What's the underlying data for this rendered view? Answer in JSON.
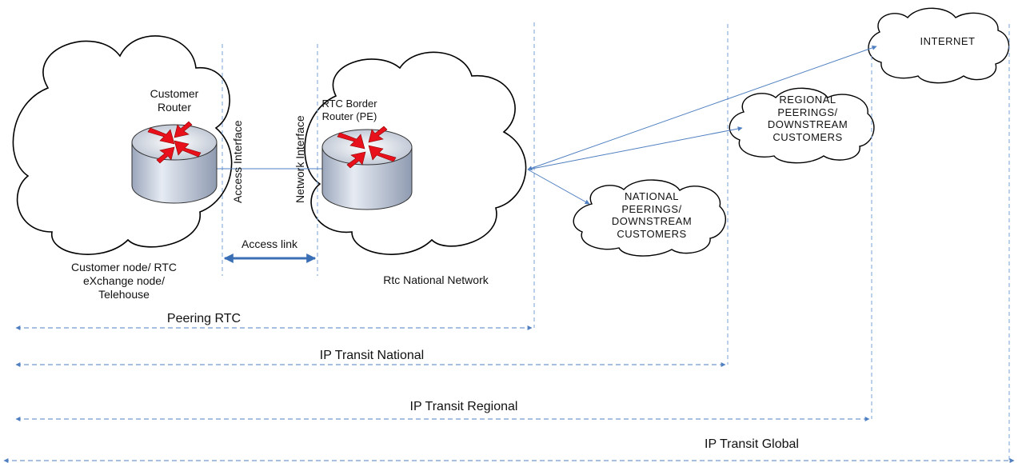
{
  "nodes": {
    "customer_router": "Customer\nRouter",
    "border_router": "RTC Border\nRouter (PE)",
    "customer_node": "Customer node/ RTC\neXchange node/\nTelehouse",
    "national_network": "Rtc National Network",
    "internet": "INTERNET",
    "regional_peerings": "REGIONAL\nPEERINGS/\nDOWNSTREAM\nCUSTOMERS",
    "national_peerings": "NATIONAL\nPEERINGS/\nDOWNSTREAM\nCUSTOMERS"
  },
  "interfaces": {
    "access_interface": "Access Interface",
    "network_interface": "Network Interface",
    "access_link": "Access link"
  },
  "spans": {
    "peering_rtc": "Peering RTC",
    "ip_transit_national": "IP Transit National",
    "ip_transit_regional": "IP Transit Regional",
    "ip_transit_global": "IP Transit Global"
  },
  "colors": {
    "line": "#4f7fc0",
    "access_link": "#3a6fb5",
    "router_arrow": "#e8111b",
    "router_body": "#c9d1df"
  }
}
